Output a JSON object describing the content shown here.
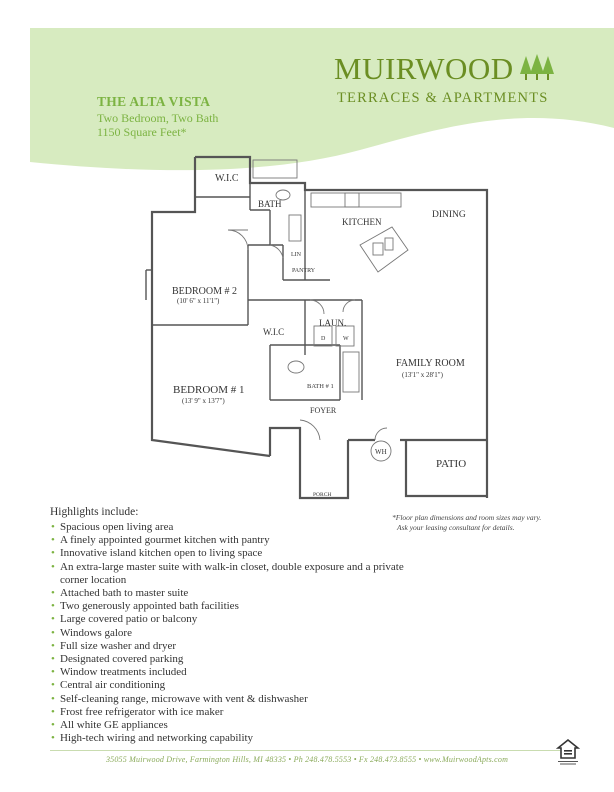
{
  "header": {
    "plan_name": "THE ALTA VISTA",
    "plan_type": "Two Bedroom, Two Bath",
    "square_feet": "1150 Square Feet*",
    "colors": {
      "wave": "#d7ebc0",
      "accent": "#7cb342",
      "logo": "#6b8e23"
    }
  },
  "logo": {
    "name": "MUIRWOOD",
    "tagline": "TERRACES & APARTMENTS",
    "icon": "pine-trees-icon"
  },
  "floorplan": {
    "rooms": {
      "wic_top": "W.I.C",
      "bath": "BATH",
      "kitchen": "KITCHEN",
      "dining": "DINING",
      "lin": "LIN",
      "pantry": "PANTRY",
      "bedroom2": "BEDROOM # 2",
      "bedroom2_dim": "(10' 6\" x 11'1\")",
      "wic_mid": "W.I.C",
      "laundry": "LAUN.",
      "dryer": "D",
      "washer": "W",
      "family_room": "FAMILY ROOM",
      "family_room_dim": "(13'1\" x 28'1\")",
      "bedroom1": "BEDROOM # 1",
      "bedroom1_dim": "(13' 9\" x 13'7\")",
      "bath1": "BATH # 1",
      "foyer": "FOYER",
      "wh": "WH",
      "patio": "PATIO",
      "porch": "PORCH"
    }
  },
  "note": {
    "line1": "*Floor plan dimensions and room sizes may vary.",
    "line2": "Ask your leasing consultant for details."
  },
  "highlights": {
    "title": "Highlights include:",
    "items": [
      "Spacious open living area",
      "A finely appointed gourmet kitchen with pantry",
      "Innovative island kitchen open to living space",
      "An extra-large master suite with walk-in closet, double exposure and a private",
      "corner location",
      "Attached bath to master suite",
      "Two generously appointed bath facilities",
      "Large covered patio or balcony",
      "Windows galore",
      "Full size washer and dryer",
      "Designated covered parking",
      "Window treatments included",
      "Central air conditioning",
      "Self-cleaning range, microwave with vent & dishwasher",
      "Frost free refrigerator with ice maker",
      "All white GE appliances",
      "High-tech wiring and networking capability"
    ]
  },
  "footer": {
    "text": "35055 Muirwood Drive, Farmington Hills, MI 48335 • Ph 248.478.5553 • Fx 248.473.8555 • www.MuirwoodApts.com",
    "eho_icon": "equal-housing-opportunity-icon"
  }
}
